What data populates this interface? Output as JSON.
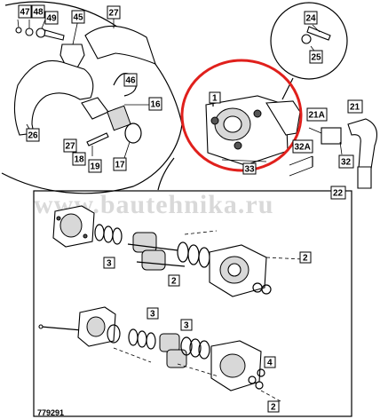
{
  "watermark": "www.bautehnika.ru",
  "figure_number": "779291",
  "highlight_color": "#e0201c",
  "callouts": {
    "c47": "47",
    "c48": "48",
    "c49": "49",
    "c45": "45",
    "c27a": "27",
    "c46": "46",
    "c26": "26",
    "c16": "16",
    "c27b": "27",
    "c18": "18",
    "c19": "19",
    "c17": "17",
    "c24": "24",
    "c25": "25",
    "c1": "1",
    "c21a": "21A",
    "c21": "21",
    "c32a": "32A",
    "c32": "32",
    "c33": "33",
    "c22": "22",
    "c2a": "2",
    "c3a": "3",
    "c2b": "2",
    "c3b": "3",
    "c3c": "3",
    "c4": "4",
    "c2c": "2"
  }
}
